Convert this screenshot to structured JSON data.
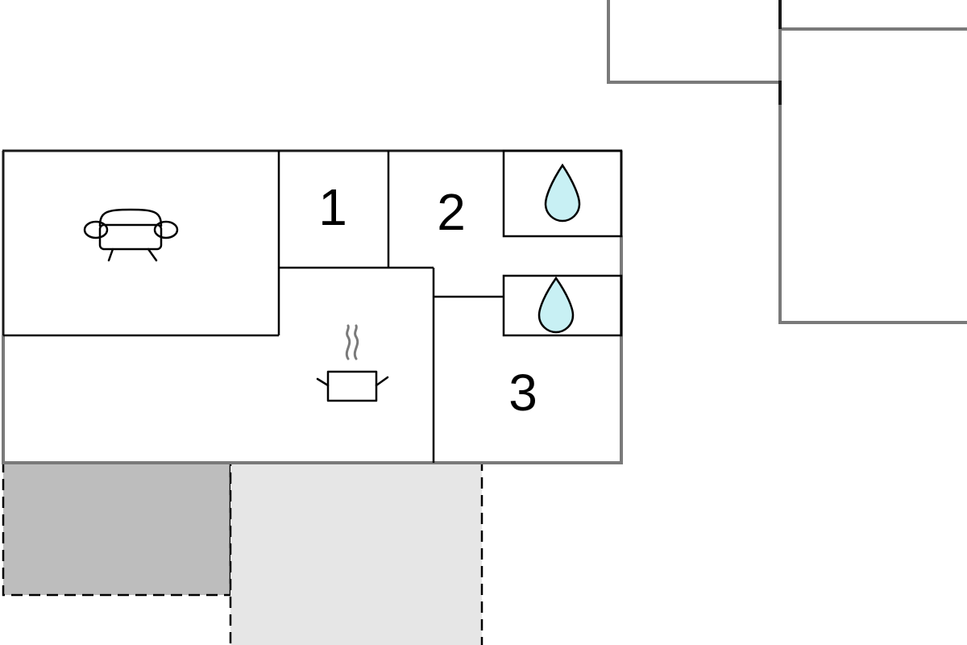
{
  "colors": {
    "background": "#ffffff",
    "wall_outer": "#7a7a7a",
    "wall_inner": "#000000",
    "terrace_dark": "#bdbdbd",
    "terrace_light": "#e6e6e6",
    "water_drop": "#c8f0f4"
  },
  "rooms": [
    {
      "id": "living-room",
      "label": "",
      "icon": "armchair-icon"
    },
    {
      "id": "room-1",
      "label": "1",
      "icon": ""
    },
    {
      "id": "room-2",
      "label": "2",
      "icon": ""
    },
    {
      "id": "bathroom-upper",
      "label": "",
      "icon": "water-drop-icon"
    },
    {
      "id": "bathroom-lower",
      "label": "",
      "icon": "water-drop-icon"
    },
    {
      "id": "kitchen",
      "label": "",
      "icon": "cooking-pot-icon"
    },
    {
      "id": "room-3",
      "label": "3",
      "icon": ""
    }
  ],
  "outdoor": [
    {
      "id": "terrace-covered",
      "style": "dashed"
    },
    {
      "id": "terrace-open",
      "style": "dashed"
    }
  ],
  "outbuildings": [
    {
      "id": "outbuilding-small"
    },
    {
      "id": "outbuilding-large"
    }
  ]
}
